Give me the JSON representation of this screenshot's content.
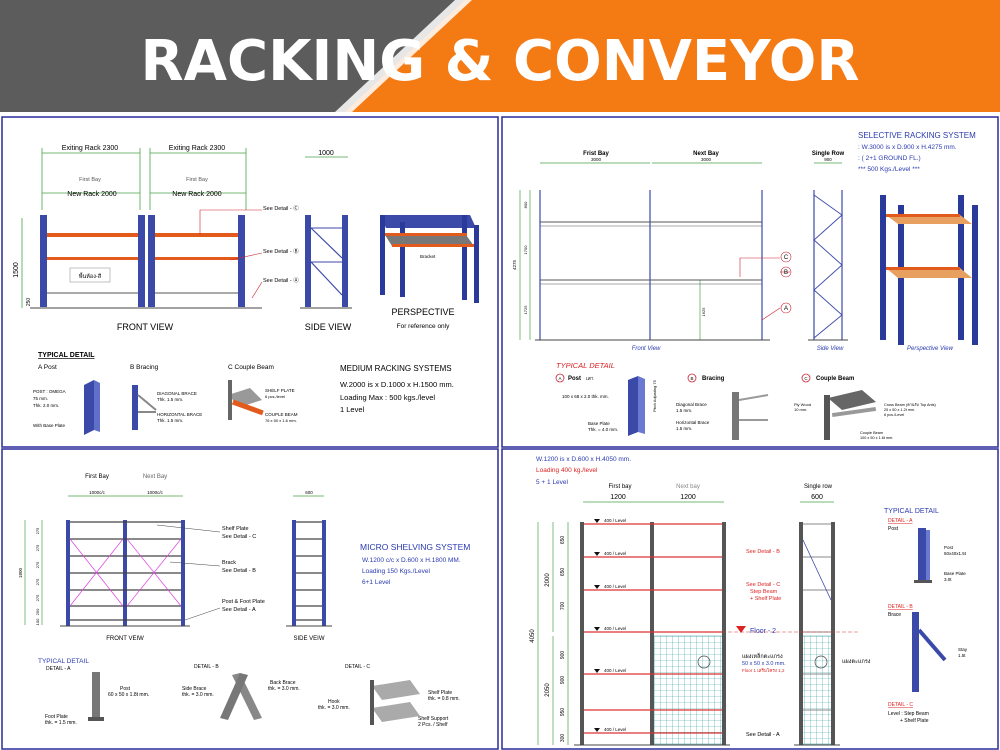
{
  "header": {
    "title": "RACKING & CONVEYOR",
    "colors": {
      "dark": "#5c5c5c",
      "orange": "#f47a14",
      "title": "#ffffff"
    }
  },
  "panel_border_color": "#2a2a9a",
  "medium": {
    "dim_existing_1": "Exiting Rack 2300",
    "dim_existing_2": "Exiting Rack 2300",
    "first_bay": "First Bay",
    "first_bay_2": "First Bay",
    "new_rack_1": "New Rack  2000",
    "new_rack_2": "New Rack  2000",
    "dim_side": "1000",
    "dim_height": "1500",
    "dim_small": "250",
    "see_c": "See Detail - Ⓒ",
    "see_b": "See Detail - Ⓑ",
    "see_a": "See Detail - Ⓐ",
    "front_view": "FRONT VIEW",
    "side_view": "SIDE VIEW",
    "perspective": "PERSPECTIVE",
    "for_reference": "For reference only",
    "typical_detail": "TYPICAL DETAIL",
    "detail_a": "A  Post",
    "detail_b": "B  Bracing",
    "detail_c": "C  Couple Beam",
    "post_note_1": "POST : OMEGA",
    "post_note_2": "75 mm.",
    "post_note_3": "Thk. 2.0 mm.",
    "post_note_4": "With Base Plate",
    "brace_note_1": "DIAGONAL BRACE",
    "brace_note_2": "Thk. 1.5 mm.",
    "brace_note_3": "HORIZONTAL BRACE",
    "brace_note_4": "Thk. 1.5 mm.",
    "beam_note_1": "SHELF PLATE",
    "beam_note_2": "6 pcs./level",
    "beam_note_3": "COUPLE BEAM",
    "beam_note_4": "76 x 50 x 1.6 mm.",
    "spec_title": "MEDIUM RACKING SYSTEMS",
    "spec_1": "W.2000 is x D.1000 x H.1500 mm.",
    "spec_2": "Loading Max  : 500 kgs./level",
    "spec_3": "1 Level",
    "floor_label": "พื้นห้อง-สี",
    "pallet_label": "Bracket"
  },
  "selective": {
    "title": "SELECTIVE  RACKING  SYSTEM",
    "spec_1": ": W.3000 is x D.900 x H.4275 mm.",
    "spec_2": ":  ( 2+1 GROUND FL.)",
    "spec_3": "***   500 Kgs./Level   ***",
    "first_bay": "Frist Bay",
    "next_bay": "Next Bay",
    "single_row": "Single Row",
    "dim_bay_1": "3000",
    "dim_bay_2": "3000",
    "dim_row": "900",
    "dim_h": "4275",
    "dim_h1": "800",
    "dim_h2": "1700",
    "dim_h3": "1725",
    "dim_mid": "1625",
    "front_view": "Front View",
    "side_view": "Side View",
    "perspective_view": "Perspective View",
    "typical_detail": "TYPICAL  DETAIL",
    "detail_a": "Post",
    "detail_a_sub": "เสา",
    "detail_b": "Bracing",
    "detail_c": "Couple Beam",
    "post_note": "100 x 68 x 2.0 thk. mm.",
    "base_note_1": "Base Plate",
    "base_note_2": "Thk. = 4.0 mm.",
    "pitch_note": "Pitch Adjusting 75",
    "brace_note_1": "Diagonal Brace",
    "brace_note_2": "1.5 mm.",
    "brace_note_3": "Horizontal Brace",
    "brace_note_4": "1.5 mm.",
    "beam_note_1": "Ply Wood",
    "beam_note_2": "10 mm.",
    "beam_note_3": "Cross Beam (คานรับ Top Ants)",
    "beam_note_4": "25 x 50 x 1.2t mm.",
    "beam_note_5": "6 pcs./Level",
    "beam_note_6": "Couple Beam",
    "beam_note_7": "100 x 50 x 1.6t mm.",
    "mark_a": "A",
    "mark_b": "B",
    "mark_c": "C"
  },
  "micro": {
    "first_bay": "First Bay",
    "next_bay": "Next Bay",
    "dim_1": "1000c/c",
    "dim_2": "1000c/c",
    "dim_side": "600",
    "dim_h": "1800",
    "dim_rows": [
      "275",
      "275",
      "275",
      "275",
      "275",
      "250",
      "100"
    ],
    "shelf_plate": "Shelf Plate",
    "see_c": "See Detail  -  C",
    "brack": "Brack",
    "see_b": "See Detail  -  B",
    "post_foot": "Post & Foot Plate",
    "see_a": "See Detail  -  A",
    "front_view": "FRONT VEIW",
    "side_view": "SIDE VEIW",
    "title": "MICRO SHELVING SYSTEM",
    "spec_1": "W.1200 c/c x D.600 x H.1800 MM.",
    "spec_2": "Loading 150 Kgs./Level",
    "spec_3": "6+1 Level",
    "typical_detail": "TYPICAL DETAIL",
    "detail_a": "DETAIL - A",
    "detail_b": "DETAIL - B",
    "detail_c": "DETAIL - C",
    "post_note_1": "Post",
    "post_note_2": "60 x 50 x 1.8t mm.",
    "foot_note_1": "Foot Plate",
    "foot_note_2": "thk. = 1.5 mm.",
    "side_brace_1": "Side Brace",
    "side_brace_2": "thk. = 3.0 mm.",
    "back_brace_1": "Back Brace",
    "back_brace_2": "thk. = 3.0 mm.",
    "hook_1": "Hook",
    "hook_2": "thk. = 3.0 mm.",
    "shelf_plate_1": "Shelf Plate",
    "shelf_plate_2": "thk. = 0.8 mm.",
    "support_1": "Shelf Support",
    "support_2": "2 Pcs. / Shelf"
  },
  "conveyor": {
    "spec_1": "W.1200 is x D.600 x H.4050 mm.",
    "spec_2": "Loading 400 kg./level",
    "spec_3": "5 + 1 Level",
    "first_bay": "First bay",
    "next_bay": "Next bay",
    "single_row": "Single row",
    "dim_1": "1200",
    "dim_2": "1200",
    "dim_side": "600",
    "dim_total": "4050",
    "dim_upper": "2000",
    "dim_lower": "2050",
    "dim_rows": [
      "650",
      "650",
      "700",
      "900",
      "900",
      "950",
      "300"
    ],
    "level_label": "400 / Level",
    "see_b": "See Detail  -  B",
    "see_c": "See Detail  -  C",
    "step_beam": "Step Beam",
    "shelf_plate": "+ Shelf Plate",
    "floor_2": "Floor - 2",
    "see_a": "See Detail  -  A",
    "mesh_note_1": "แผงเหล็กตะแกรง",
    "mesh_note_2": "50 x 50 x 3.0 mm.",
    "mesh_note_3": "Floor 1 เสริมโครง 1,2",
    "mesh_note_side": "แผงตะแกรง",
    "typical_detail": "TYPICAL  DETAIL",
    "detail_a": "DETAIL - A",
    "detail_a_sub": "Post",
    "post_note_1": "Post",
    "post_note_2": "50x40x1.5t",
    "base_note_1": "Base Plate",
    "base_note_2": "3.0t",
    "detail_b": "DETAIL - B",
    "detail_b_sub": "Brace",
    "stay_1": "Stay",
    "stay_2": "1.5t",
    "detail_c": "DETAIL - C",
    "detail_c_sub_1": "Level : Step Beam",
    "detail_c_sub_2": "+ Shelf Plate"
  }
}
